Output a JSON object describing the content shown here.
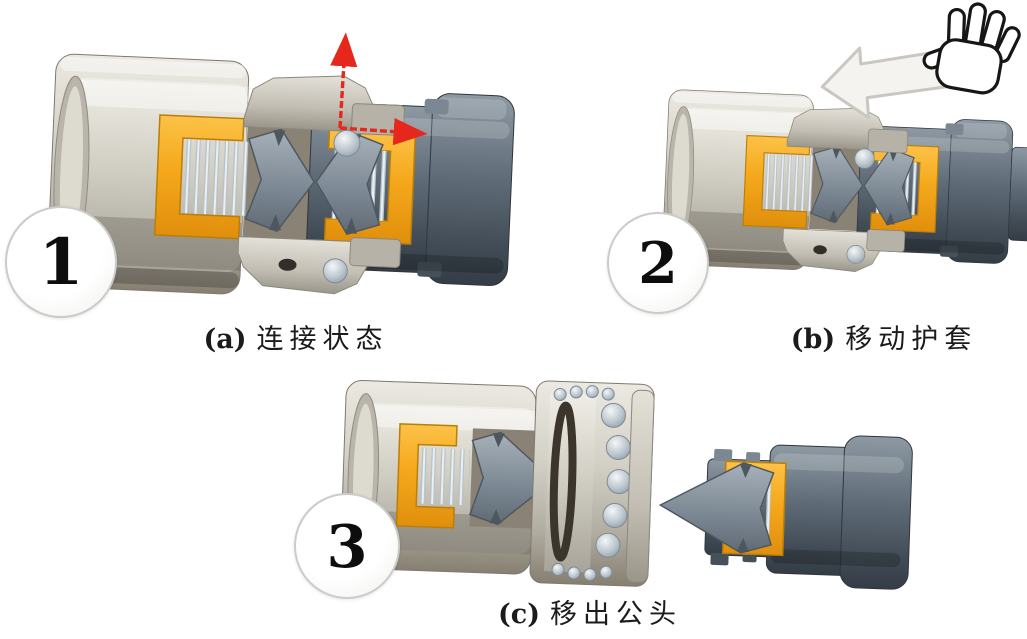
{
  "palette": {
    "background": "#ffffff",
    "orange_accent": "#f5a81c",
    "red_arrow": "#e6271c",
    "metal_light": "#cfccc2",
    "metal_dark_slate": "#5e6b77",
    "spring_metal": "#b7c2ca",
    "circle_border": "#cbcbc9",
    "text": "#1d1b1a"
  },
  "panels": {
    "a": {
      "step_number": "1",
      "label_prefix": "(a)",
      "caption": "连接状态"
    },
    "b": {
      "step_number": "2",
      "label_prefix": "(b)",
      "caption": "移动护套"
    },
    "c": {
      "step_number": "3",
      "label_prefix": "(c)",
      "caption": "移出公头"
    }
  },
  "icons": {
    "hand": "open-hand-outline",
    "move_sleeve_arrow": "left-block-arrow",
    "direction_arrows": "red-up-and-right-arrows"
  }
}
